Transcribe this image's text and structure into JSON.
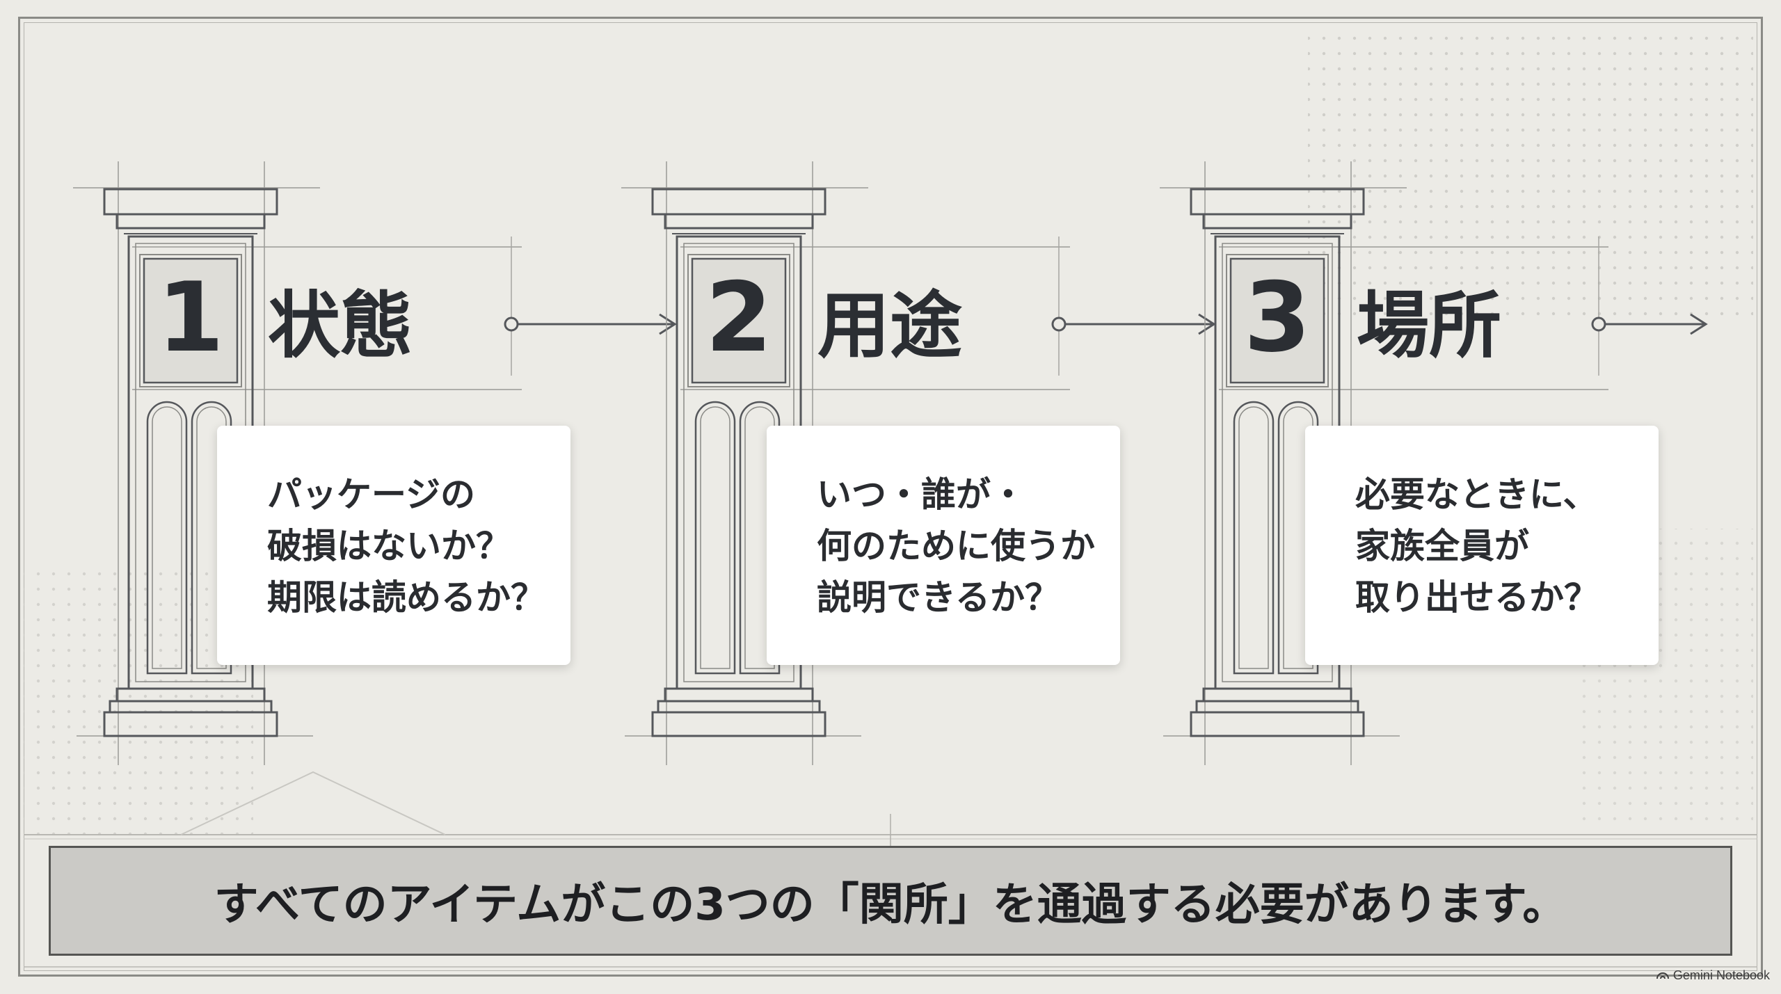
{
  "steps": [
    {
      "number": "1",
      "title": "状態",
      "lines": [
        "パッケージの",
        "破損はないか？",
        "期限は読めるか？"
      ]
    },
    {
      "number": "2",
      "title": "用途",
      "lines": [
        "いつ・誰が・",
        "何のために使うか",
        "説明できるか？"
      ]
    },
    {
      "number": "3",
      "title": "場所",
      "lines": [
        "必要なときに、",
        "家族全員が",
        "取り出せるか？"
      ]
    }
  ],
  "banner": "すべてのアイテムがこの3つの「関所」を通過する必要があります。",
  "watermark": "Gemini Notebook",
  "colors": {
    "background": "#ecebe6",
    "line": "#55575b",
    "text": "#2b2e33",
    "banner": "#cbcac6"
  }
}
